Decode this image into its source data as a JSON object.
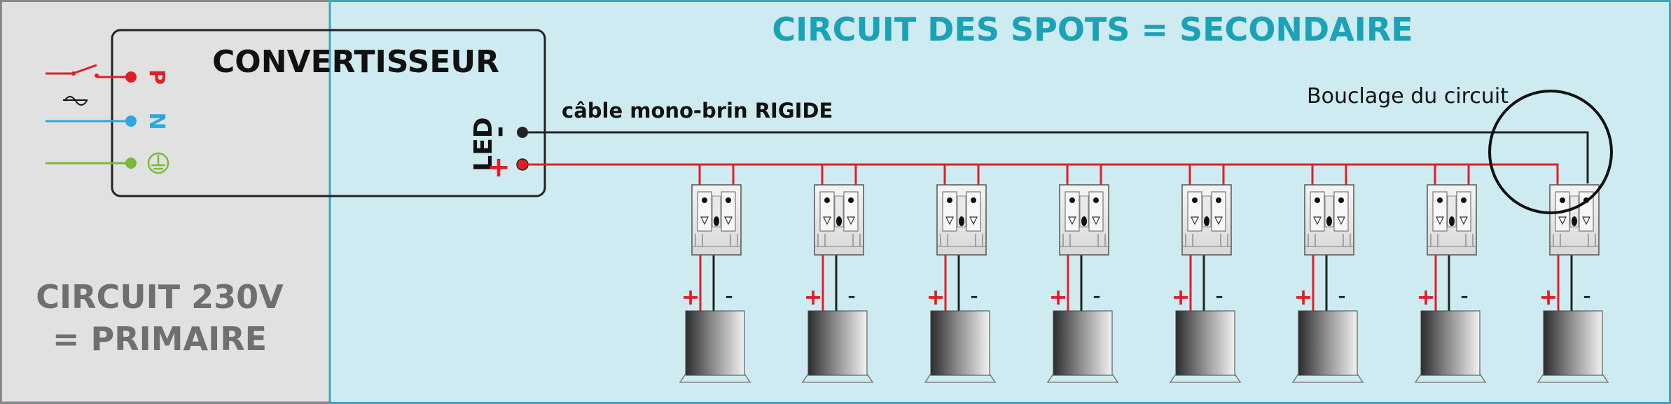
{
  "primary": {
    "title_line1": "CIRCUIT 230V",
    "title_line2": "= PRIMAIRE",
    "terminal_labels": [
      "P",
      "N"
    ],
    "ac_symbol": "~"
  },
  "converter": {
    "title": "CONVERTISSEUR",
    "led_label": "LED",
    "minus_sign": "-",
    "plus_sign": "+"
  },
  "secondary": {
    "title": "CIRCUIT DES SPOTS = SECONDAIRE",
    "cable_label": "câble mono-brin RIGIDE",
    "loop_label": "Bouclage du circuit",
    "spot_plus": "+",
    "spot_minus": "-",
    "spot_count": 8
  },
  "colors": {
    "primary_bg": "#e1e1e1",
    "secondary_bg": "#cdebf0",
    "frame": "#3aa7bf",
    "title_teal": "#1ba2b6",
    "gray_text": "#6f6f6f",
    "wire_red": "#e01f26",
    "wire_blue": "#29a8e0",
    "wire_green": "#7ab83b",
    "wire_black": "#222222"
  },
  "icons": [
    "switch-icon",
    "ac-icon",
    "ground-icon",
    "connector-icon",
    "spot-icon",
    "loop-circle-icon"
  ]
}
